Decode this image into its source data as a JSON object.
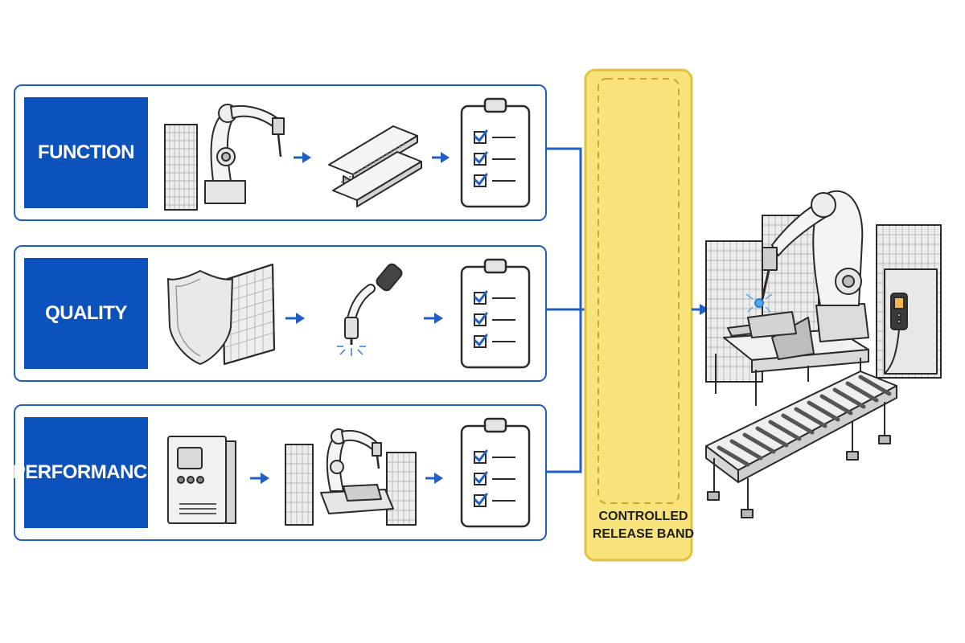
{
  "rows": [
    {
      "label": "FUNCTION"
    },
    {
      "label": "QUALITY"
    },
    {
      "label": "PERFORMANCE"
    }
  ],
  "band": {
    "label_line1": "CONTROLLED",
    "label_line2": "RELEASE BAND"
  },
  "colors": {
    "label_bg": "#0b52bd",
    "row_border": "#1f5fc4",
    "arrow": "#1f5fc4",
    "band_fill": "#f8e27a",
    "band_border": "#e1c240",
    "line": "#2a2a2a"
  },
  "icons": {
    "row1": [
      "robot-arm-cell-icon",
      "steel-beam-icon",
      "checklist-clipboard-icon"
    ],
    "row2": [
      "shield-fence-icon",
      "welding-torch-icon",
      "checklist-clipboard-icon"
    ],
    "row3": [
      "control-cabinet-icon",
      "robot-welding-cell-icon",
      "checklist-clipboard-icon"
    ],
    "right": "automated-welding-line-icon"
  }
}
